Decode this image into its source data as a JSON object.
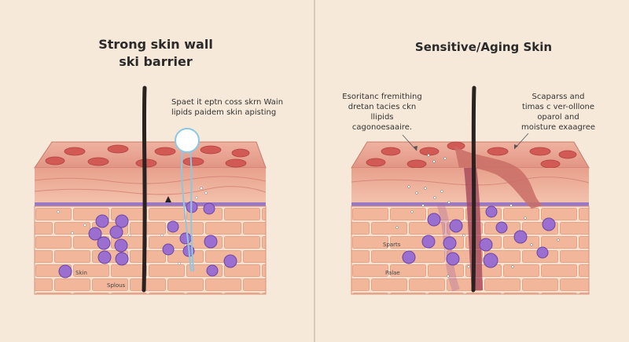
{
  "panels": {
    "left": {
      "title_line1": "Strong skin wall",
      "title_line2": "ski barrier",
      "note_line1": "Spaet it eptn coss skrn Wain",
      "note_line2": "lipids paidem skin apisting",
      "label_skin": "Skin",
      "label_bottom": "Splous"
    },
    "right": {
      "title": "Sensitive/Aging Skin",
      "note_left_line1": "Esoritanc fremithing",
      "note_left_line2": "dretan tacies ckn",
      "note_left_line3": "llipids",
      "note_left_line4": "cagonoesaaire.",
      "note_right_line1": "Scaparss and",
      "note_right_line2": "timas c ver-olllone",
      "note_right_line3": "oparol and",
      "note_right_line4": "moisture exaagree",
      "label_mid": "Sparts",
      "label_bottom": "Palae"
    }
  },
  "colors": {
    "background": "#f6e9d9",
    "brick": "#f2b69b",
    "mortar": "#fbe3d2",
    "surface": "#e79b88",
    "surface_cell": "#d25a55",
    "lipid_line": "#9a78c4",
    "immune_cell": "#9b6fcf",
    "hair": "#2a2220",
    "water": "#8cc7e3"
  }
}
